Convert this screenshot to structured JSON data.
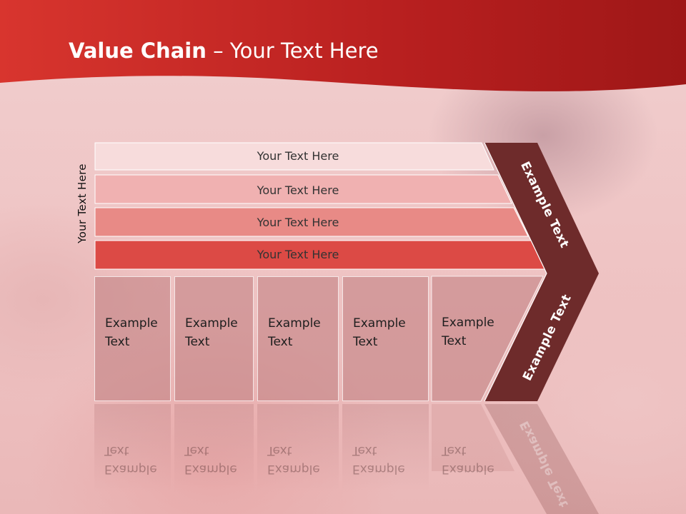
{
  "slide": {
    "title_bold": "Value Chain",
    "title_rest": " – Your Text Here",
    "side_label": "Your Text Here"
  },
  "bands": [
    {
      "label": "Your Text Here",
      "color": "#f7dcdc"
    },
    {
      "label": "Your Text Here",
      "color": "#f0b1b1"
    },
    {
      "label": "Your Text Here",
      "color": "#e88a86"
    },
    {
      "label": "Your Text Here",
      "color": "#dc4a45"
    }
  ],
  "columns": [
    {
      "line1": "Example",
      "line2": "Text"
    },
    {
      "line1": "Example",
      "line2": "Text"
    },
    {
      "line1": "Example",
      "line2": "Text"
    },
    {
      "line1": "Example",
      "line2": "Text"
    },
    {
      "line1": "Example",
      "line2": "Text"
    }
  ],
  "chevron": {
    "upper_label": "Example Text",
    "lower_label": "Example Text",
    "color": "#6e2b2b"
  },
  "colors": {
    "header_dark": "#b01c1c",
    "header_light": "#d83a32"
  }
}
